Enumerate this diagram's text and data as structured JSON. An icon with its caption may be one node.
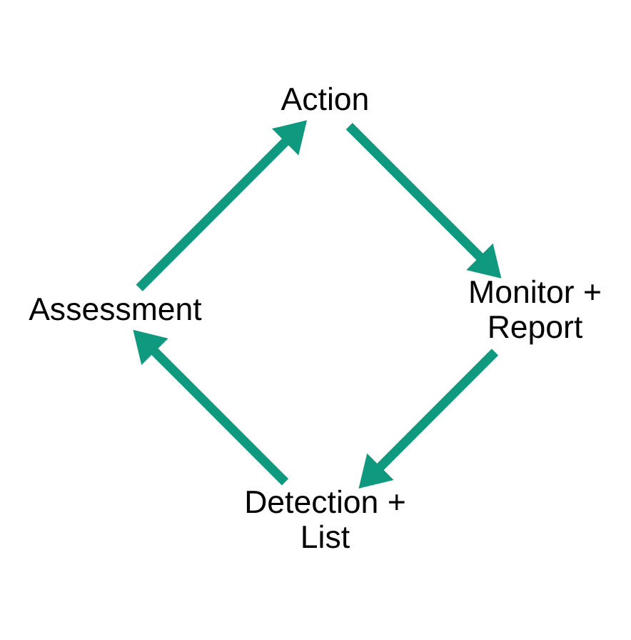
{
  "diagram": {
    "nodes": [
      {
        "text": [
          "Detection + List"
        ]
      },
      {
        "text": [
          "Assessment"
        ]
      },
      {
        "text": [
          "Action"
        ]
      },
      {
        "text": [
          "Monitor + Report"
        ]
      }
    ],
    "edges": [
      {
        "from": 0,
        "to": 1,
        "arrow": "to",
        "color": "#0f9a7f"
      },
      {
        "from": 1,
        "to": 2,
        "arrow": "to",
        "color": "#0f9a7f"
      },
      {
        "from": 2,
        "to": 3,
        "arrow": "to",
        "color": "#0f9a7f"
      },
      {
        "from": 3,
        "to": 0,
        "arrow": "to",
        "color": "#0f9a7f"
      }
    ]
  }
}
